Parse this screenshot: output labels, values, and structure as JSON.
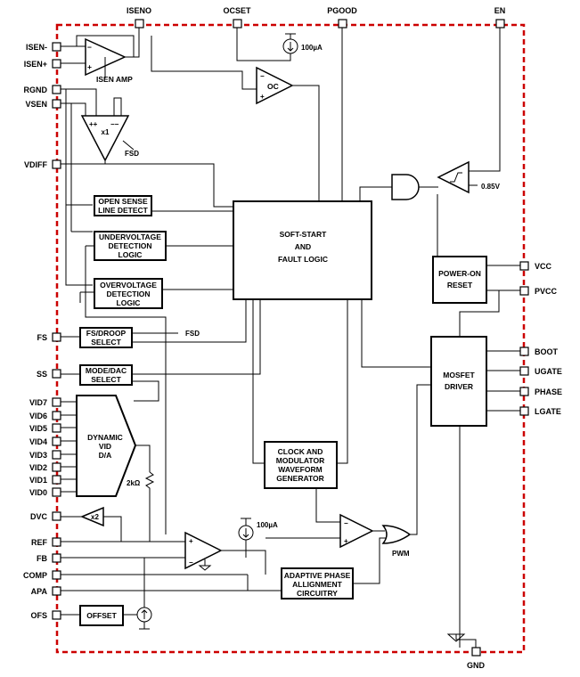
{
  "pins": {
    "top": [
      "ISENO",
      "OCSET",
      "PGOOD",
      "EN"
    ],
    "left": [
      "ISEN-",
      "ISEN+",
      "RGND",
      "VSEN",
      "VDIFF",
      "FS",
      "SS",
      "VID7",
      "VID6",
      "VID5",
      "VID4",
      "VID3",
      "VID2",
      "VID1",
      "VID0",
      "DVC",
      "REF",
      "FB",
      "COMP",
      "APA",
      "OFS"
    ],
    "right": [
      "VCC",
      "PVCC",
      "BOOT",
      "UGATE",
      "PHASE",
      "LGATE"
    ],
    "bottom": [
      "GND"
    ]
  },
  "blocks": {
    "isen_amp": "ISEN AMP",
    "x1": "x1",
    "fsd_label": "FSD",
    "oc": "OC",
    "open_sense": [
      "OPEN SENSE",
      "LINE DETECT"
    ],
    "undervoltage": [
      "UNDERVOLTAGE",
      "DETECTION",
      "LOGIC"
    ],
    "overvoltage": [
      "OVERVOLTAGE",
      "DETECTION",
      "LOGIC"
    ],
    "soft_start": [
      "SOFT-START",
      "AND",
      "FAULT LOGIC"
    ],
    "power_on_reset": [
      "POWER-ON",
      "RESET"
    ],
    "fs_droop": [
      "FS/DROOP",
      "SELECT"
    ],
    "fsd_out": "FSD",
    "mode_dac": [
      "MODE/DAC",
      "SELECT"
    ],
    "dynamic_vid": [
      "DYNAMIC",
      "VID",
      "D/A"
    ],
    "resistor": "2kΩ",
    "x2": "x2",
    "clock": [
      "CLOCK AND",
      "MODULATOR",
      "WAVEFORM",
      "GENERATOR"
    ],
    "mosfet_driver": [
      "MOSFET",
      "DRIVER"
    ],
    "adaptive": [
      "ADAPTIVE PHASE",
      "ALLIGNMENT",
      "CIRCUITRY"
    ],
    "offset": "OFFSET",
    "pwm": "PWM",
    "current_source": "100µA",
    "ref_voltage": "0.85V"
  },
  "colors": {
    "border": "#cc0000",
    "line": "#000000"
  }
}
